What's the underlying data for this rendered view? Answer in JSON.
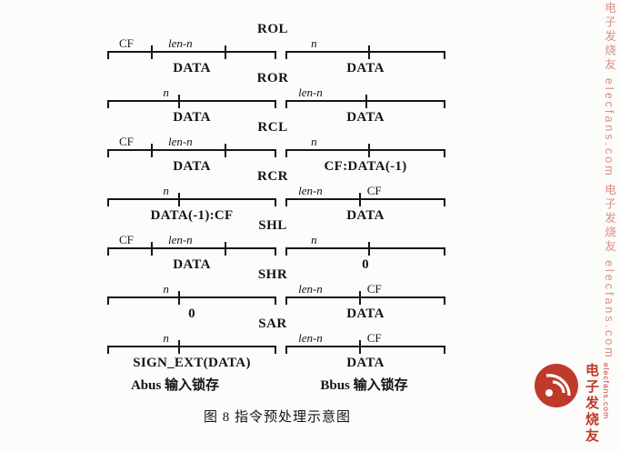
{
  "figure": {
    "caption": "图 8   指令预处理示意图",
    "left_bus_label": "Abus 输入锁存",
    "right_bus_label": "Bbus 输入锁存",
    "rows": [
      {
        "op": "ROL",
        "left": {
          "w1": "CF",
          "w2": "len-n",
          "below": "DATA"
        },
        "right": {
          "w1": "n",
          "below": "DATA"
        }
      },
      {
        "op": "ROR",
        "left": {
          "w1": "n",
          "below": "DATA"
        },
        "right": {
          "w1": "len-n",
          "below": "DATA"
        }
      },
      {
        "op": "RCL",
        "left": {
          "w1": "CF",
          "w2": "len-n",
          "below": "DATA"
        },
        "right": {
          "w1": "n",
          "below": "CF:DATA(-1)"
        }
      },
      {
        "op": "RCR",
        "left": {
          "w1": "n",
          "below": "DATA(-1):CF"
        },
        "right": {
          "w1": "len-n",
          "w2": "CF",
          "below": "DATA"
        }
      },
      {
        "op": "SHL",
        "left": {
          "w1": "CF",
          "w2": "len-n",
          "below": "DATA"
        },
        "right": {
          "w1": "n",
          "below": "0"
        }
      },
      {
        "op": "SHR",
        "left": {
          "w1": "n",
          "below": "0"
        },
        "right": {
          "w1": "len-n",
          "w2": "CF",
          "below": "DATA"
        }
      },
      {
        "op": "SAR",
        "left": {
          "w1": "n",
          "below": "SIGN_EXT(DATA)"
        },
        "right": {
          "w1": "len-n",
          "w2": "CF",
          "below": "DATA"
        }
      }
    ]
  },
  "watermark": {
    "strip_text": "电子发烧友 elecfans.com 电子发烧友 elecfans.com 电子发烧友",
    "brand_cn": "电子发烧友",
    "brand_en": "elecfans.com",
    "accent_color": "#c03a2b"
  }
}
